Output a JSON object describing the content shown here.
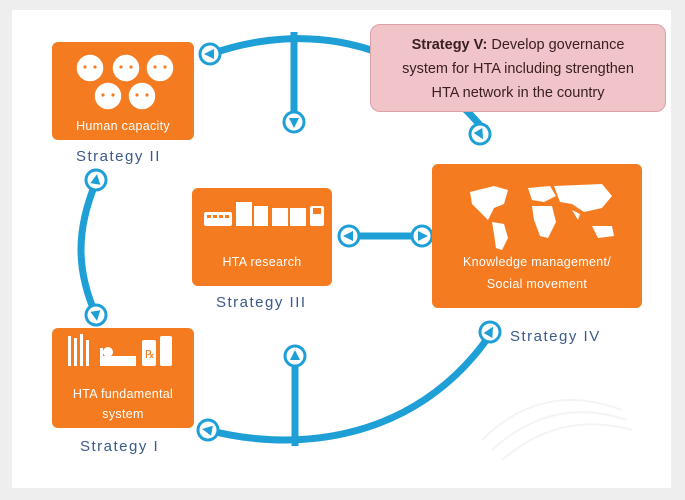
{
  "diagram": {
    "callout": {
      "title": "Strategy V:",
      "text_line1": " Develop governance",
      "text_line2": "system for HTA including strengthen",
      "text_line3": "HTA network in the country"
    },
    "boxes": {
      "human_capacity": {
        "label": "Human capacity",
        "strategy": "Strategy II"
      },
      "hta_research": {
        "label": "HTA research",
        "strategy": "Strategy III"
      },
      "knowledge": {
        "label_line1": "Knowledge management/",
        "label_line2": "Social movement",
        "strategy": "Strategy IV"
      },
      "fundamental": {
        "label_line1": "HTA fundamental",
        "label_line2": "system",
        "strategy": "Strategy I"
      }
    },
    "icons": {
      "human_capacity": "faces-icon",
      "hta_research": "office-equipment-icon",
      "knowledge": "world-map-icon",
      "fundamental": "medical-equipment-icon"
    },
    "colors": {
      "box": "#f47b20",
      "arrow": "#1e9fd6",
      "strategy_text": "#3a5a8a",
      "callout_bg": "#f0c4c8"
    }
  }
}
